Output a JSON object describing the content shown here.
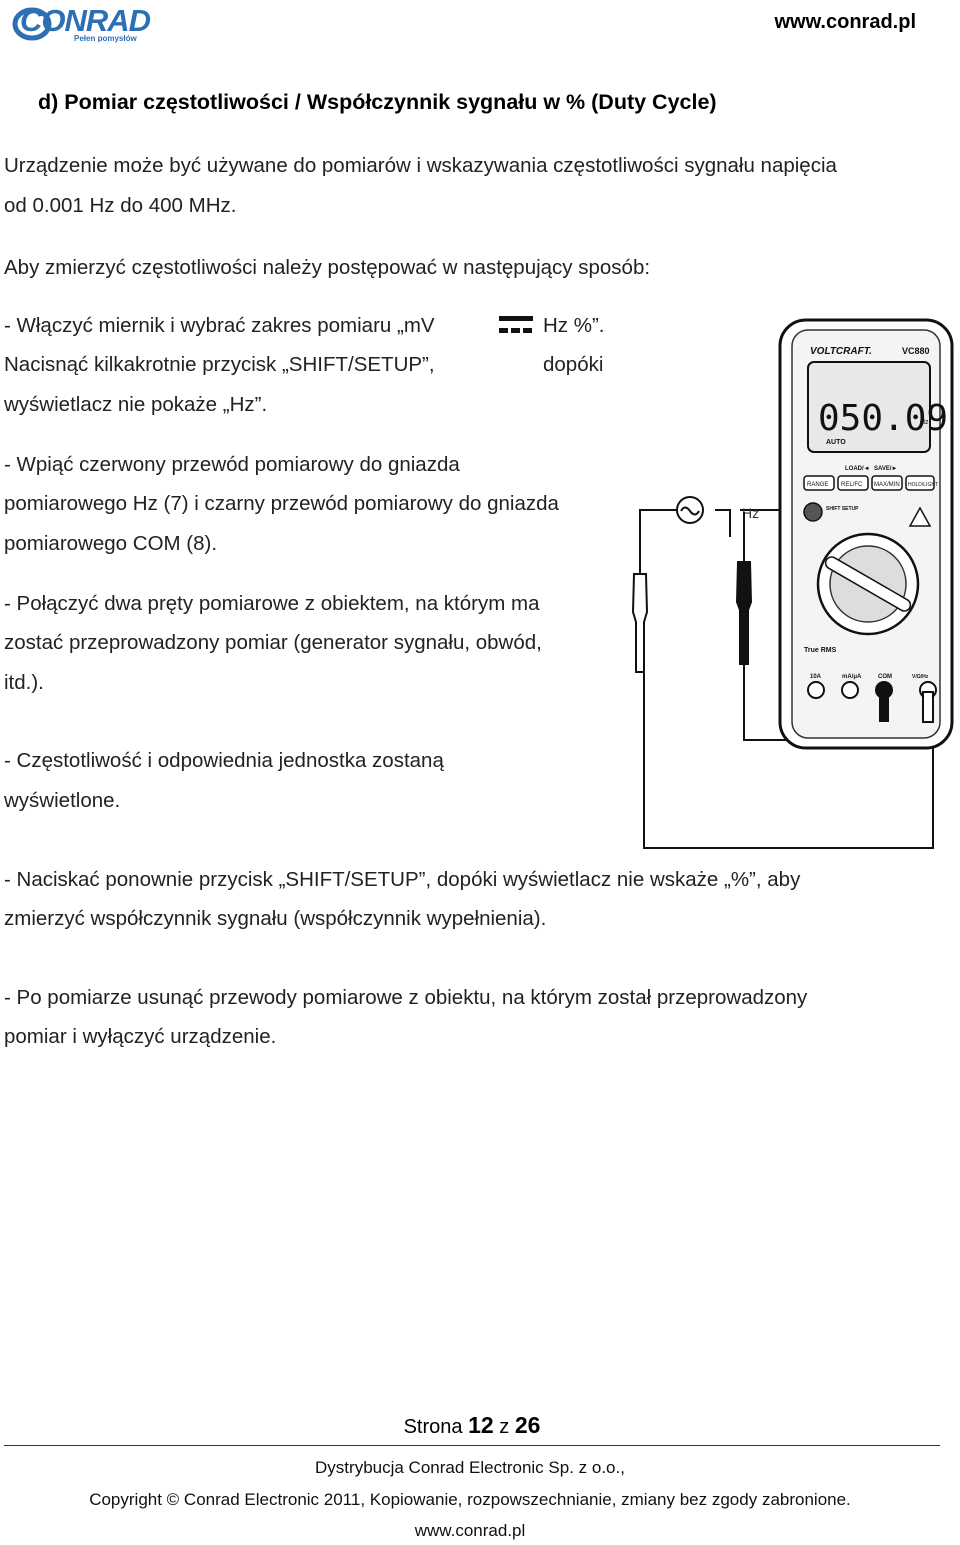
{
  "header": {
    "logo_text": "CONRAD",
    "logo_tagline": "Pełen pomysłów",
    "url": "www.conrad.pl"
  },
  "section": {
    "heading": "d) Pomiar częstotliwości / Współczynnik sygnału w % (Duty Cycle)"
  },
  "body": {
    "intro_line1": "Urządzenie może być używane do pomiarów i wskazywania częstotliwości sygnału napięcia",
    "intro_line2": "od 0.001 Hz do 400 MHz.",
    "procedure_heading": "Aby zmierzyć częstotliwości należy postępować w następujący sposób:",
    "step1_line1": "- Włączyć miernik i wybrać zakres pomiaru „mV",
    "step1_line1_end": "Hz %”.",
    "step1_line2": "Nacisnąć kilkakrotnie przycisk „SHIFT/SETUP”,",
    "step1_line2_end": "dopóki",
    "step1_line3": "wyświetlacz nie pokaże „Hz”.",
    "step2_line1": "- Wpiąć czerwony przewód pomiarowy do gniazda",
    "step2_line2": "pomiarowego Hz (7) i czarny przewód pomiarowy do gniazda",
    "step2_line3": "pomiarowego COM (8).",
    "step3_line1": "- Połączyć dwa pręty pomiarowe z obiektem, na którym ma",
    "step3_line2": "zostać przeprowadzony pomiar (generator sygnału, obwód,",
    "step3_line3": "itd.).",
    "step4_line1": "- Częstotliwość i odpowiednia jednostka zostaną",
    "step4_line2": "wyświetlone.",
    "step5_line1": "- Naciskać ponownie przycisk „SHIFT/SETUP”, dopóki wyświetlacz nie wskaże „%”, aby",
    "step5_line2": "zmierzyć współczynnik sygnału (współczynnik wypełnienia).",
    "step6_line1": "- Po pomiarze usunąć przewody pomiarowe z obiektu, na którym został przeprowadzony",
    "step6_line2": "pomiar i wyłączyć urządzenie."
  },
  "figure": {
    "brand": "VOLTCRAFT.",
    "model": "VC880",
    "display_value": "050.09",
    "display_unit": "Hz",
    "display_mode": "AUTO",
    "signal_label": "Hz",
    "buttons": [
      "RANGE",
      "REL/FC",
      "MAX/MIN",
      "HOLD/LIGHT"
    ],
    "button_top_labels": [
      "LOAD/◄",
      "SAVE/►"
    ],
    "shift_label": "SHIFT SETUP",
    "true_rms": "True RMS",
    "jacks": [
      "10A",
      "mA/μA",
      "COM",
      "V/Ω/Hz"
    ],
    "com_label": "COM"
  },
  "footer": {
    "page_prefix": "Strona",
    "page_number": "12",
    "page_sep": "z",
    "page_total": "26",
    "distribution": "Dystrybucja Conrad Electronic Sp. z o.o.,",
    "copyright": "Copyright © Conrad Electronic 2011, Kopiowanie, rozpowszechnianie, zmiany bez zgody zabronione.",
    "url": "www.conrad.pl"
  }
}
